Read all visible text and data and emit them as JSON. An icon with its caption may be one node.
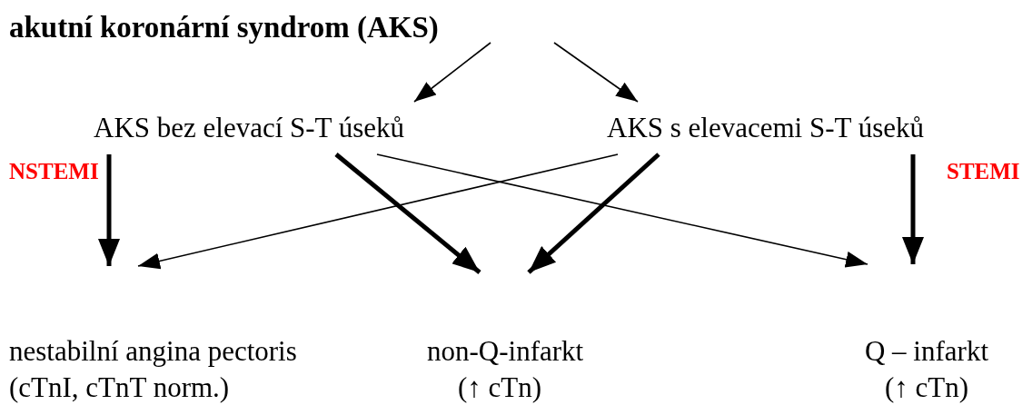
{
  "diagram": {
    "title": "akutní koronární syndrom (AKS)",
    "nodes": [
      {
        "text": [
          "AKS bez elevací S-T úseků"
        ]
      },
      {
        "text": [
          "AKS s elevacemi S-T úseků"
        ]
      },
      {
        "text": [
          "nestabilní angina pectoris",
          "(cTnI, cTnT norm.)"
        ]
      },
      {
        "text": [
          "non-Q-infarkt",
          "(↑ cTn)"
        ]
      },
      {
        "text": [
          "Q – infarkt",
          "(↑ cTn)"
        ]
      }
    ],
    "edges": [
      {
        "from": null,
        "to": 0,
        "arrow": "to"
      },
      {
        "from": null,
        "to": 1,
        "arrow": "to"
      },
      {
        "from": 0,
        "to": 2,
        "arrow": "to",
        "style": "thick"
      },
      {
        "from": 0,
        "to": 3,
        "arrow": "to",
        "style": "thick"
      },
      {
        "from": 0,
        "to": 4,
        "arrow": "to"
      },
      {
        "from": 1,
        "to": 2,
        "arrow": "to"
      },
      {
        "from": 1,
        "to": 3,
        "arrow": "to",
        "style": "thick"
      },
      {
        "from": 1,
        "to": 4,
        "arrow": "to",
        "style": "thick"
      }
    ],
    "labels": [
      "NSTEMI",
      "STEMI"
    ]
  }
}
